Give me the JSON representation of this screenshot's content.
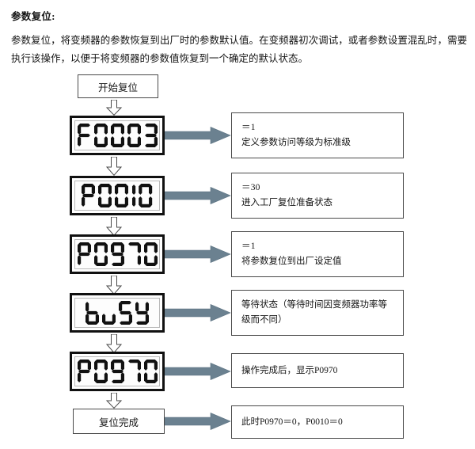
{
  "document": {
    "heading": "参数复位:",
    "paragraph": "参数复位，将变频器的参数恢复到出厂时的参数默认值。在变频器初次调试，或者参数设置混乱时，需要执行该操作，以便于将变频器的参数值恢复到一个确定的默认状态。"
  },
  "colors": {
    "arrow_fill": "#6b8190",
    "arrow_stroke": "#5a7180",
    "box_border": "#4a4a4a",
    "lcd_border": "#111111",
    "lcd_inner_border": "#b9b9b9",
    "text": "#141414",
    "page_background": "#ffffff"
  },
  "flow": {
    "start_box": {
      "label": "开始复位"
    },
    "end_box": {
      "label": "复位完成"
    },
    "steps": [
      {
        "display": "F0003",
        "icon": "lcd-keypad-display",
        "note_value": "＝1",
        "note_text": "定义参数访问等级为标准级"
      },
      {
        "display": "P0010",
        "icon": "lcd-keypad-display",
        "note_value": "＝30",
        "note_text": "进入工厂复位准备状态"
      },
      {
        "display": "P0970",
        "icon": "lcd-keypad-display",
        "note_value": "＝1",
        "note_text": "将参数复位到出厂设定值"
      },
      {
        "display": "buSY",
        "icon": "lcd-keypad-display",
        "note_value": "",
        "note_text": "等待状态（等待时间因变频器功率等级而不同）"
      },
      {
        "display": "P0970",
        "icon": "lcd-keypad-display",
        "note_value": "",
        "note_text": "操作完成后，显示P0970"
      }
    ],
    "end_note": "此时P0970＝0，P0010＝0"
  },
  "icons": {
    "down_arrow": "block-down-arrow-icon",
    "right_arrow": "solid-right-arrow-icon"
  }
}
